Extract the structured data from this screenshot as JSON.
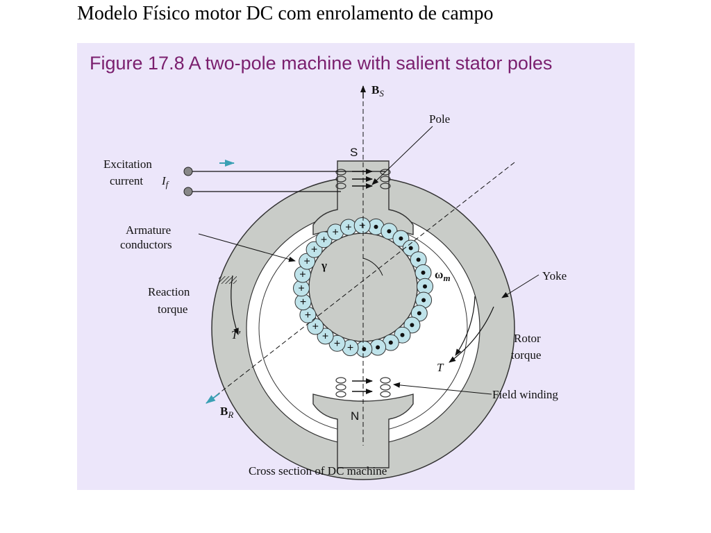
{
  "slide": {
    "title": "Modelo Físico motor DC com enrolamento de campo"
  },
  "figure": {
    "caption": "Figure 17.8 A two-pole machine with salient stator poles",
    "bottom_caption": "Cross section of DC machine",
    "labels": {
      "bs_main": "B",
      "bs_sub": "S",
      "br_main": "B",
      "br_sub": "R",
      "pole": "Pole",
      "excitation_line1": "Excitation",
      "excitation_line2": "current",
      "if_main": "I",
      "if_sub": "f",
      "armature_line1": "Armature",
      "armature_line2": "conductors",
      "reaction_line1": "Reaction",
      "reaction_line2": "torque",
      "reaction_t": "T'",
      "yoke": "Yoke",
      "omega_main": "ω",
      "omega_sub": "m",
      "rotor_line1": "Rotor",
      "rotor_line2": "torque",
      "rotor_t": "T",
      "field_winding": "Field winding",
      "south": "S",
      "north": "N",
      "gamma": "γ",
      "plus": "+"
    },
    "colors": {
      "background": "#ece6fa",
      "caption": "#7a1f6e",
      "yoke": "#c9ccc8",
      "conductor": "#bfe3ea",
      "arrow_accent": "#3aa0b4"
    },
    "conductor_pattern": {
      "plus_count": 14,
      "dot_count": 14
    }
  }
}
